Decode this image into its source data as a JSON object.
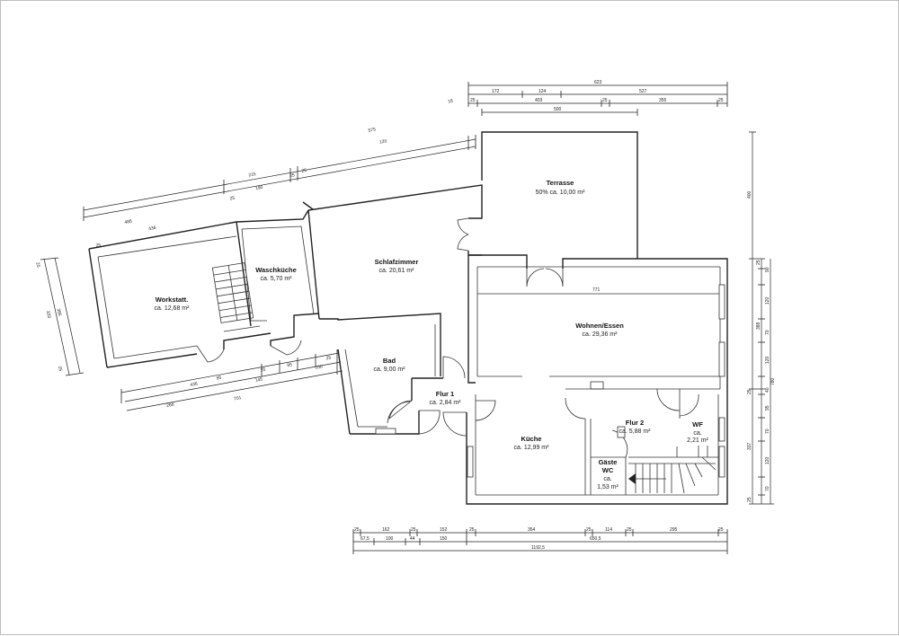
{
  "rooms": {
    "terrasse": {
      "name": "Terrasse",
      "area": "50% ca. 10,00 m²"
    },
    "schlafzimmer": {
      "name": "Schlafzimmer",
      "area": "ca. 20,61 m²"
    },
    "waschkueche": {
      "name": "Waschküche",
      "area": "ca. 5,70 m²"
    },
    "werkstatt": {
      "name": "Workstatt.",
      "area": "ca. 12,68 m²"
    },
    "bad": {
      "name": "Bad",
      "area": "ca. 9,00 m²"
    },
    "flur1": {
      "name": "Flur 1",
      "area": "ca. 2,84 m²"
    },
    "wohnen": {
      "name": "Wohnen/Essen",
      "area": "ca. 29,36 m²"
    },
    "kueche": {
      "name": "Küche",
      "area": "ca. 12,99 m²"
    },
    "flur2": {
      "name": "Flur 2",
      "area": "ca. 5,88 m²"
    },
    "wf": {
      "name": "WF",
      "area_l1": "ca.",
      "area_l2": "2,21 m²"
    },
    "gaeste": {
      "name_l1": "Gäste",
      "name_l2": "WC",
      "area_l1": "ca.",
      "area_l2": "1,53 m²"
    }
  },
  "dimensions": {
    "top": {
      "r1": [
        "623"
      ],
      "r2": [
        "172",
        "124",
        "527"
      ],
      "r3": [
        "25",
        "403",
        "25",
        "355",
        "25"
      ],
      "r4": [
        "500"
      ]
    },
    "upper_left": {
      "r1": [
        "486",
        "215",
        "575",
        "18"
      ],
      "r2": [
        "436",
        "25",
        "190",
        "25",
        "25",
        "120"
      ],
      "r3": [
        "25"
      ]
    },
    "left": [
      "25",
      "333",
      "385",
      "25"
    ],
    "lower_left": {
      "r1": [
        "436",
        "95",
        "25",
        "95",
        "25"
      ],
      "r2": [
        "266",
        "145",
        "100"
      ],
      "r3": [
        "701"
      ]
    },
    "inner": [
      "771"
    ],
    "right_inner": [
      "400",
      "25",
      "90",
      "120",
      "388",
      "70",
      "120",
      "25",
      "40",
      "95",
      "70",
      "120",
      "70",
      "25",
      "337"
    ],
    "right_outer": [
      "780"
    ],
    "bottom": {
      "r1": [
        "25",
        "162",
        "25",
        "152",
        "25",
        "354",
        "25",
        "114",
        "25",
        "295",
        "25"
      ],
      "r2": [
        "67,5",
        "100",
        "44",
        "150",
        "650,5"
      ],
      "r3": [
        "1192,5"
      ]
    }
  }
}
